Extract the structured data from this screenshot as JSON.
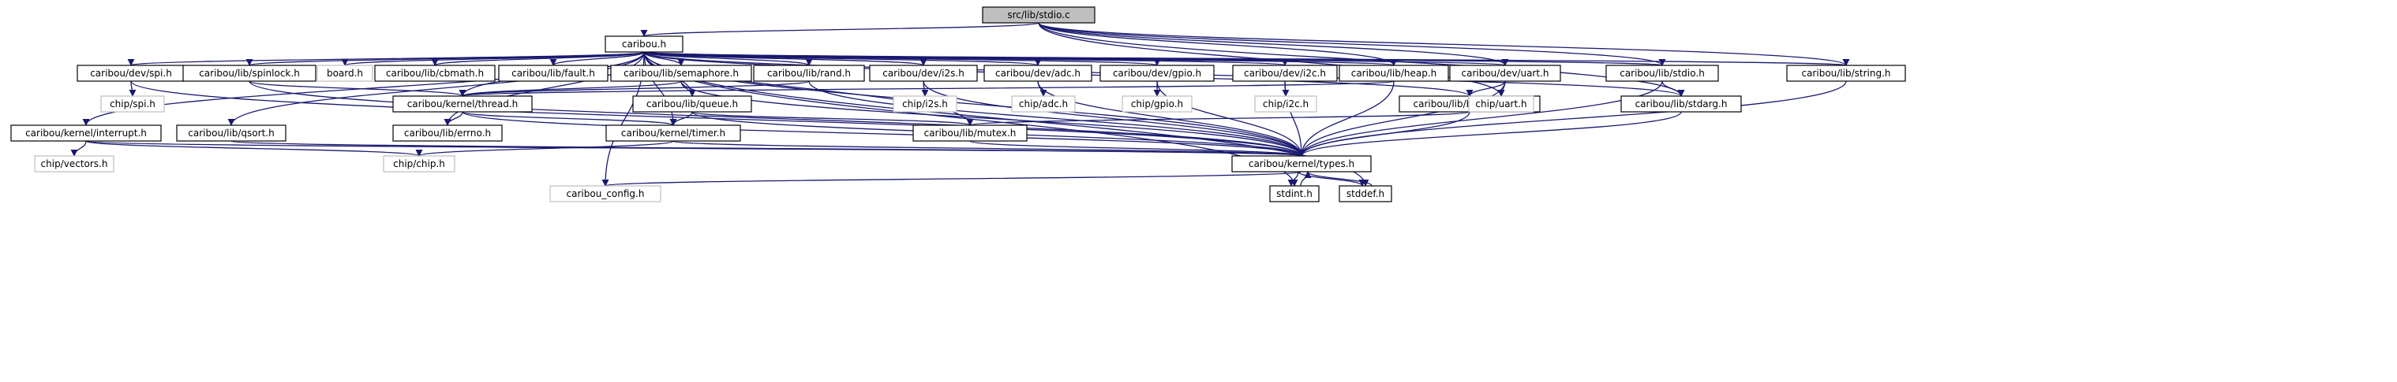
{
  "colors": {
    "edge": "#191970",
    "edge_gray": "#a9a9a9",
    "node_border": "#000000",
    "node_border_gray": "#bfbfbf",
    "root_fill": "#bfbfbf",
    "node_fill": "#ffffff",
    "text": "#000000",
    "text_gray": "#808080"
  },
  "nodes": [
    {
      "id": "root",
      "label": "src/lib/stdio.c",
      "style": "root"
    },
    {
      "id": "caribou_h",
      "label": "caribou.h",
      "style": "normal"
    },
    {
      "id": "dev_spi",
      "label": "caribou/dev/spi.h",
      "style": "normal"
    },
    {
      "id": "spinlock",
      "label": "caribou/lib/spinlock.h",
      "style": "normal"
    },
    {
      "id": "board",
      "label": "board.h",
      "style": "gray"
    },
    {
      "id": "cbmath",
      "label": "caribou/lib/cbmath.h",
      "style": "normal"
    },
    {
      "id": "fault",
      "label": "caribou/lib/fault.h",
      "style": "normal"
    },
    {
      "id": "semaphore",
      "label": "caribou/lib/semaphore.h",
      "style": "normal"
    },
    {
      "id": "rand",
      "label": "caribou/lib/rand.h",
      "style": "normal"
    },
    {
      "id": "dev_i2s",
      "label": "caribou/dev/i2s.h",
      "style": "normal"
    },
    {
      "id": "dev_adc",
      "label": "caribou/dev/adc.h",
      "style": "normal"
    },
    {
      "id": "dev_gpio",
      "label": "caribou/dev/gpio.h",
      "style": "normal"
    },
    {
      "id": "dev_i2c",
      "label": "caribou/dev/i2c.h",
      "style": "normal"
    },
    {
      "id": "heap",
      "label": "caribou/lib/heap.h",
      "style": "normal"
    },
    {
      "id": "dev_uart",
      "label": "caribou/dev/uart.h",
      "style": "normal"
    },
    {
      "id": "lib_stdio",
      "label": "caribou/lib/stdio.h",
      "style": "normal"
    },
    {
      "id": "lib_string",
      "label": "caribou/lib/string.h",
      "style": "normal"
    },
    {
      "id": "chip_spi",
      "label": "chip/spi.h",
      "style": "gray"
    },
    {
      "id": "thread",
      "label": "caribou/kernel/thread.h",
      "style": "normal"
    },
    {
      "id": "queue",
      "label": "caribou/lib/queue.h",
      "style": "normal"
    },
    {
      "id": "chip_i2s",
      "label": "chip/i2s.h",
      "style": "gray"
    },
    {
      "id": "chip_adc",
      "label": "chip/adc.h",
      "style": "gray"
    },
    {
      "id": "chip_gpio",
      "label": "chip/gpio.h",
      "style": "gray"
    },
    {
      "id": "chip_i2c",
      "label": "chip/i2c.h",
      "style": "gray"
    },
    {
      "id": "bytequeue",
      "label": "caribou/lib/bytequeue.h",
      "style": "normal"
    },
    {
      "id": "chip_uart",
      "label": "chip/uart.h",
      "style": "gray"
    },
    {
      "id": "stdarg",
      "label": "caribou/lib/stdarg.h",
      "style": "normal"
    },
    {
      "id": "interrupt",
      "label": "caribou/kernel/interrupt.h",
      "style": "normal"
    },
    {
      "id": "qsort",
      "label": "caribou/lib/qsort.h",
      "style": "normal"
    },
    {
      "id": "errno",
      "label": "caribou/lib/errno.h",
      "style": "normal"
    },
    {
      "id": "timer",
      "label": "caribou/kernel/timer.h",
      "style": "normal"
    },
    {
      "id": "mutex",
      "label": "caribou/lib/mutex.h",
      "style": "normal"
    },
    {
      "id": "chip_vectors",
      "label": "chip/vectors.h",
      "style": "gray"
    },
    {
      "id": "chip_chip",
      "label": "chip/chip.h",
      "style": "gray"
    },
    {
      "id": "types",
      "label": "caribou/kernel/types.h",
      "style": "normal"
    },
    {
      "id": "config",
      "label": "caribou_config.h",
      "style": "gray"
    },
    {
      "id": "stdint",
      "label": "stdint.h",
      "style": "normal"
    },
    {
      "id": "stddef",
      "label": "stddef.h",
      "style": "normal"
    }
  ],
  "edges": [
    [
      "root",
      "caribou_h"
    ],
    [
      "root",
      "heap"
    ],
    [
      "root",
      "dev_uart"
    ],
    [
      "root",
      "lib_stdio"
    ],
    [
      "root",
      "lib_string"
    ],
    [
      "root",
      "stdarg"
    ],
    [
      "root",
      "chip_uart"
    ],
    [
      "caribou_h",
      "dev_spi"
    ],
    [
      "caribou_h",
      "spinlock"
    ],
    [
      "caribou_h",
      "board"
    ],
    [
      "caribou_h",
      "cbmath"
    ],
    [
      "caribou_h",
      "fault"
    ],
    [
      "caribou_h",
      "semaphore"
    ],
    [
      "caribou_h",
      "rand"
    ],
    [
      "caribou_h",
      "dev_i2s"
    ],
    [
      "caribou_h",
      "dev_adc"
    ],
    [
      "caribou_h",
      "dev_gpio"
    ],
    [
      "caribou_h",
      "dev_i2c"
    ],
    [
      "caribou_h",
      "heap"
    ],
    [
      "caribou_h",
      "dev_uart"
    ],
    [
      "caribou_h",
      "lib_stdio"
    ],
    [
      "caribou_h",
      "lib_string"
    ],
    [
      "caribou_h",
      "thread"
    ],
    [
      "caribou_h",
      "queue"
    ],
    [
      "caribou_h",
      "bytequeue"
    ],
    [
      "caribou_h",
      "stdarg"
    ],
    [
      "caribou_h",
      "interrupt"
    ],
    [
      "caribou_h",
      "qsort"
    ],
    [
      "caribou_h",
      "errno"
    ],
    [
      "caribou_h",
      "timer"
    ],
    [
      "caribou_h",
      "mutex"
    ],
    [
      "caribou_h",
      "types"
    ],
    [
      "caribou_h",
      "config"
    ],
    [
      "caribou_h",
      "stdint"
    ],
    [
      "caribou_h",
      "stddef"
    ],
    [
      "dev_spi",
      "chip_spi"
    ],
    [
      "dev_spi",
      "types"
    ],
    [
      "spinlock",
      "thread"
    ],
    [
      "spinlock",
      "types"
    ],
    [
      "semaphore",
      "thread"
    ],
    [
      "semaphore",
      "queue"
    ],
    [
      "semaphore",
      "types"
    ],
    [
      "rand",
      "thread"
    ],
    [
      "rand",
      "types"
    ],
    [
      "dev_i2s",
      "chip_i2s"
    ],
    [
      "dev_i2s",
      "types"
    ],
    [
      "dev_adc",
      "chip_adc"
    ],
    [
      "dev_adc",
      "types"
    ],
    [
      "dev_gpio",
      "chip_gpio"
    ],
    [
      "dev_gpio",
      "types"
    ],
    [
      "dev_i2c",
      "chip_i2c"
    ],
    [
      "dev_i2c",
      "types"
    ],
    [
      "heap",
      "thread"
    ],
    [
      "heap",
      "types"
    ],
    [
      "dev_uart",
      "bytequeue"
    ],
    [
      "dev_uart",
      "chip_uart"
    ],
    [
      "dev_uart",
      "types"
    ],
    [
      "lib_stdio",
      "stdarg"
    ],
    [
      "lib_stdio",
      "types"
    ],
    [
      "lib_string",
      "types"
    ],
    [
      "thread",
      "errno"
    ],
    [
      "thread",
      "timer"
    ],
    [
      "thread",
      "types"
    ],
    [
      "queue",
      "timer"
    ],
    [
      "queue",
      "mutex"
    ],
    [
      "queue",
      "types"
    ],
    [
      "bytequeue",
      "mutex"
    ],
    [
      "bytequeue",
      "types"
    ],
    [
      "stdarg",
      "types"
    ],
    [
      "interrupt",
      "chip_vectors"
    ],
    [
      "interrupt",
      "chip_chip"
    ],
    [
      "interrupt",
      "types"
    ],
    [
      "qsort",
      "types"
    ],
    [
      "timer",
      "chip_chip"
    ],
    [
      "timer",
      "types"
    ],
    [
      "mutex",
      "types"
    ],
    [
      "types",
      "config"
    ],
    [
      "types",
      "stdint"
    ],
    [
      "types",
      "stddef"
    ],
    [
      "stdint",
      "types"
    ],
    [
      "stddef",
      "types"
    ]
  ]
}
